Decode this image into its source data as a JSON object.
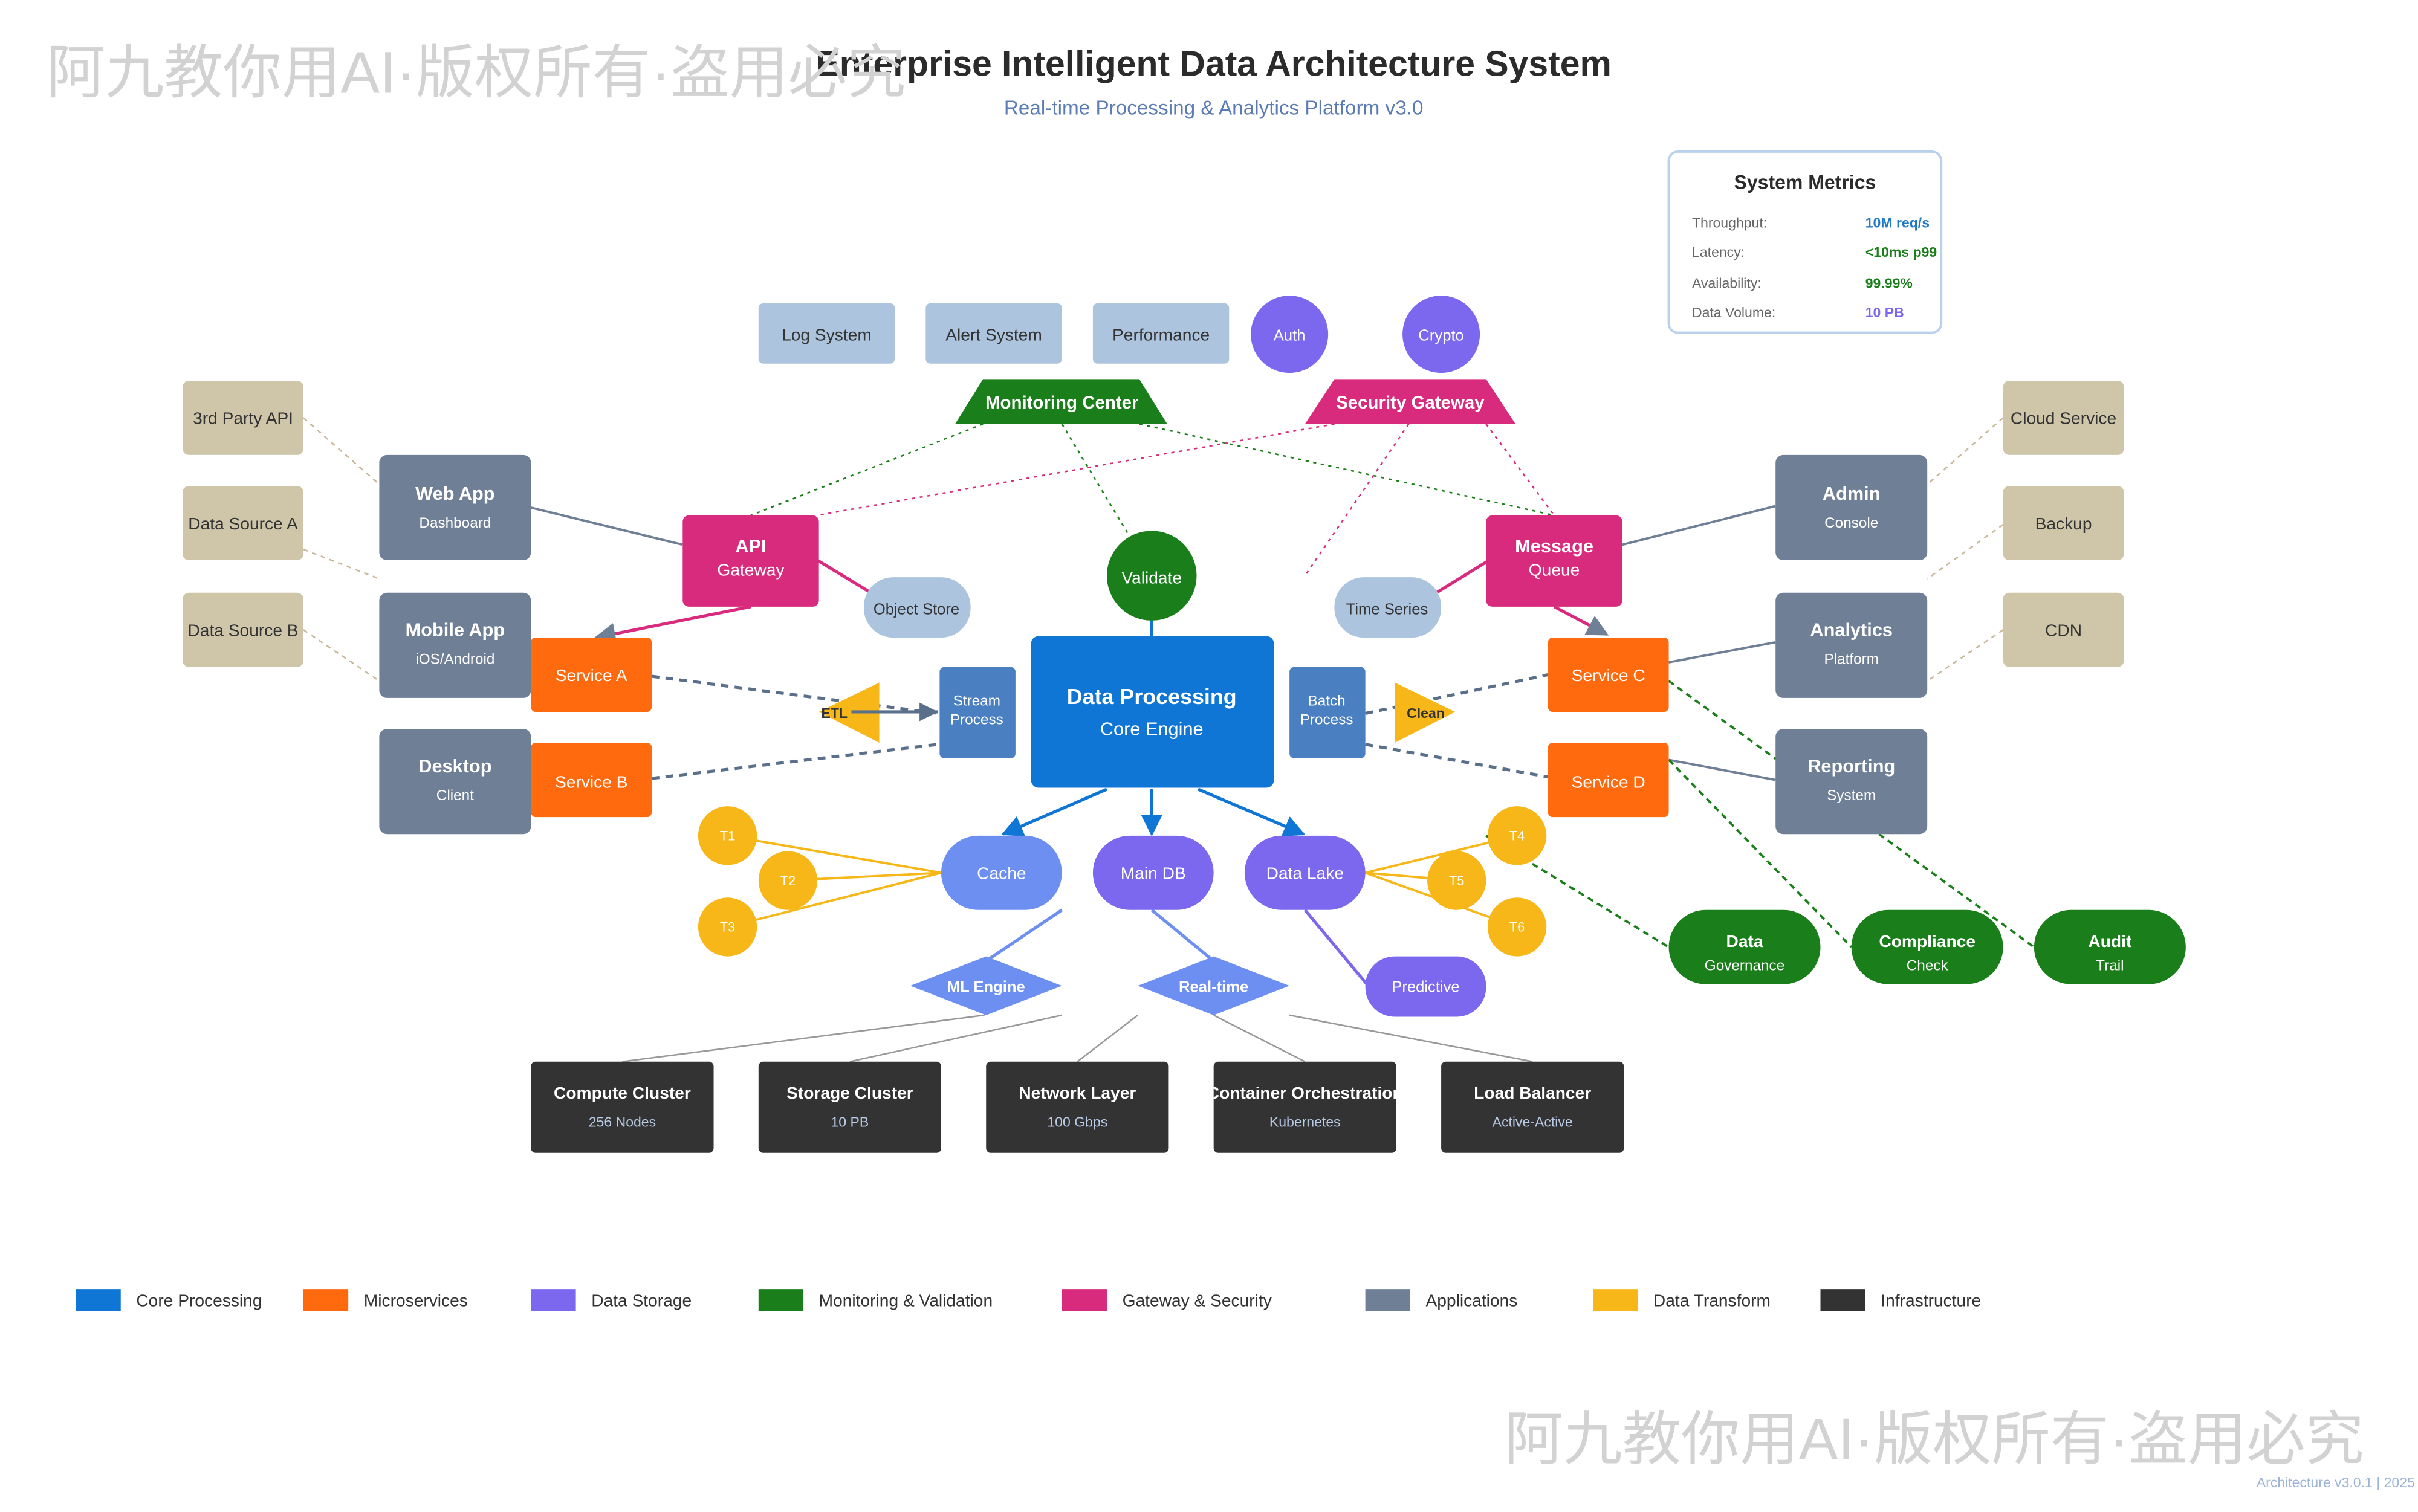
{
  "header": {
    "title": "Enterprise Intelligent Data Architecture System",
    "subtitle": "Real-time Processing & Analytics Platform v3.0"
  },
  "watermark": {
    "text": "阿九教你用AI·版权所有·盗用必究"
  },
  "footer": {
    "version": "Architecture v3.0.1 | 2025"
  },
  "metrics": {
    "title": "System Metrics",
    "rows": [
      {
        "label": "Throughput:",
        "value": "10M req/s",
        "color": "#1f78c8"
      },
      {
        "label": "Latency:",
        "value": "<10ms p99",
        "color": "#1a7f1a"
      },
      {
        "label": "Availability:",
        "value": "99.99%",
        "color": "#1a7f1a"
      },
      {
        "label": "Data Volume:",
        "value": "10 PB",
        "color": "#7b68ee"
      }
    ]
  },
  "external": {
    "left": [
      "3rd Party API",
      "Data Source A",
      "Data Source B"
    ],
    "right": [
      "Cloud Service",
      "Backup",
      "CDN"
    ]
  },
  "apps": {
    "web": {
      "title": "Web App",
      "sub": "Dashboard"
    },
    "mobile": {
      "title": "Mobile App",
      "sub": "iOS/Android"
    },
    "desktop": {
      "title": "Desktop",
      "sub": "Client"
    },
    "admin": {
      "title": "Admin",
      "sub": "Console"
    },
    "analytics": {
      "title": "Analytics",
      "sub": "Platform"
    },
    "reporting": {
      "title": "Reporting",
      "sub": "System"
    }
  },
  "gateways": {
    "api": {
      "title": "API",
      "sub": "Gateway"
    },
    "mq": {
      "title": "Message",
      "sub": "Queue"
    }
  },
  "monitoring": {
    "center": "Monitoring Center",
    "items": [
      "Log System",
      "Alert System",
      "Performance"
    ]
  },
  "security": {
    "center": "Security Gateway",
    "items": [
      "Auth",
      "Crypto"
    ]
  },
  "core": {
    "title": "Data Processing",
    "sub": "Core Engine",
    "validate": "Validate",
    "stream": [
      "Stream",
      "Process"
    ],
    "batch": [
      "Batch",
      "Process"
    ],
    "etl": "ETL",
    "clean": "Clean",
    "object_store": "Object Store",
    "time_series": "Time Series"
  },
  "services": [
    "Service A",
    "Service B",
    "Service C",
    "Service D"
  ],
  "storage": {
    "cache": "Cache",
    "main_db": "Main DB",
    "data_lake": "Data Lake",
    "transforms": [
      "T1",
      "T2",
      "T3",
      "T4",
      "T5",
      "T6"
    ],
    "ml_engine": "ML Engine",
    "realtime": "Real-time",
    "predictive": "Predictive"
  },
  "governance": [
    {
      "title": "Data",
      "sub": "Governance"
    },
    {
      "title": "Compliance",
      "sub": "Check"
    },
    {
      "title": "Audit",
      "sub": "Trail"
    }
  ],
  "infrastructure": [
    {
      "title": "Compute Cluster",
      "sub": "256 Nodes"
    },
    {
      "title": "Storage Cluster",
      "sub": "10 PB"
    },
    {
      "title": "Network Layer",
      "sub": "100 Gbps"
    },
    {
      "title": "Container Orchestration",
      "sub": "Kubernetes"
    },
    {
      "title": "Load Balancer",
      "sub": "Active-Active"
    }
  ],
  "legend": [
    {
      "label": "Core Processing",
      "color": "#0f76d6"
    },
    {
      "label": "Microservices",
      "color": "#ff6a0f"
    },
    {
      "label": "Data Storage",
      "color": "#7b68ee"
    },
    {
      "label": "Monitoring & Validation",
      "color": "#1a7f1a"
    },
    {
      "label": "Gateway & Security",
      "color": "#d92b7e"
    },
    {
      "label": "Applications",
      "color": "#6f7f96"
    },
    {
      "label": "Data Transform",
      "color": "#f7b718"
    },
    {
      "label": "Infrastructure",
      "color": "#333333"
    }
  ]
}
